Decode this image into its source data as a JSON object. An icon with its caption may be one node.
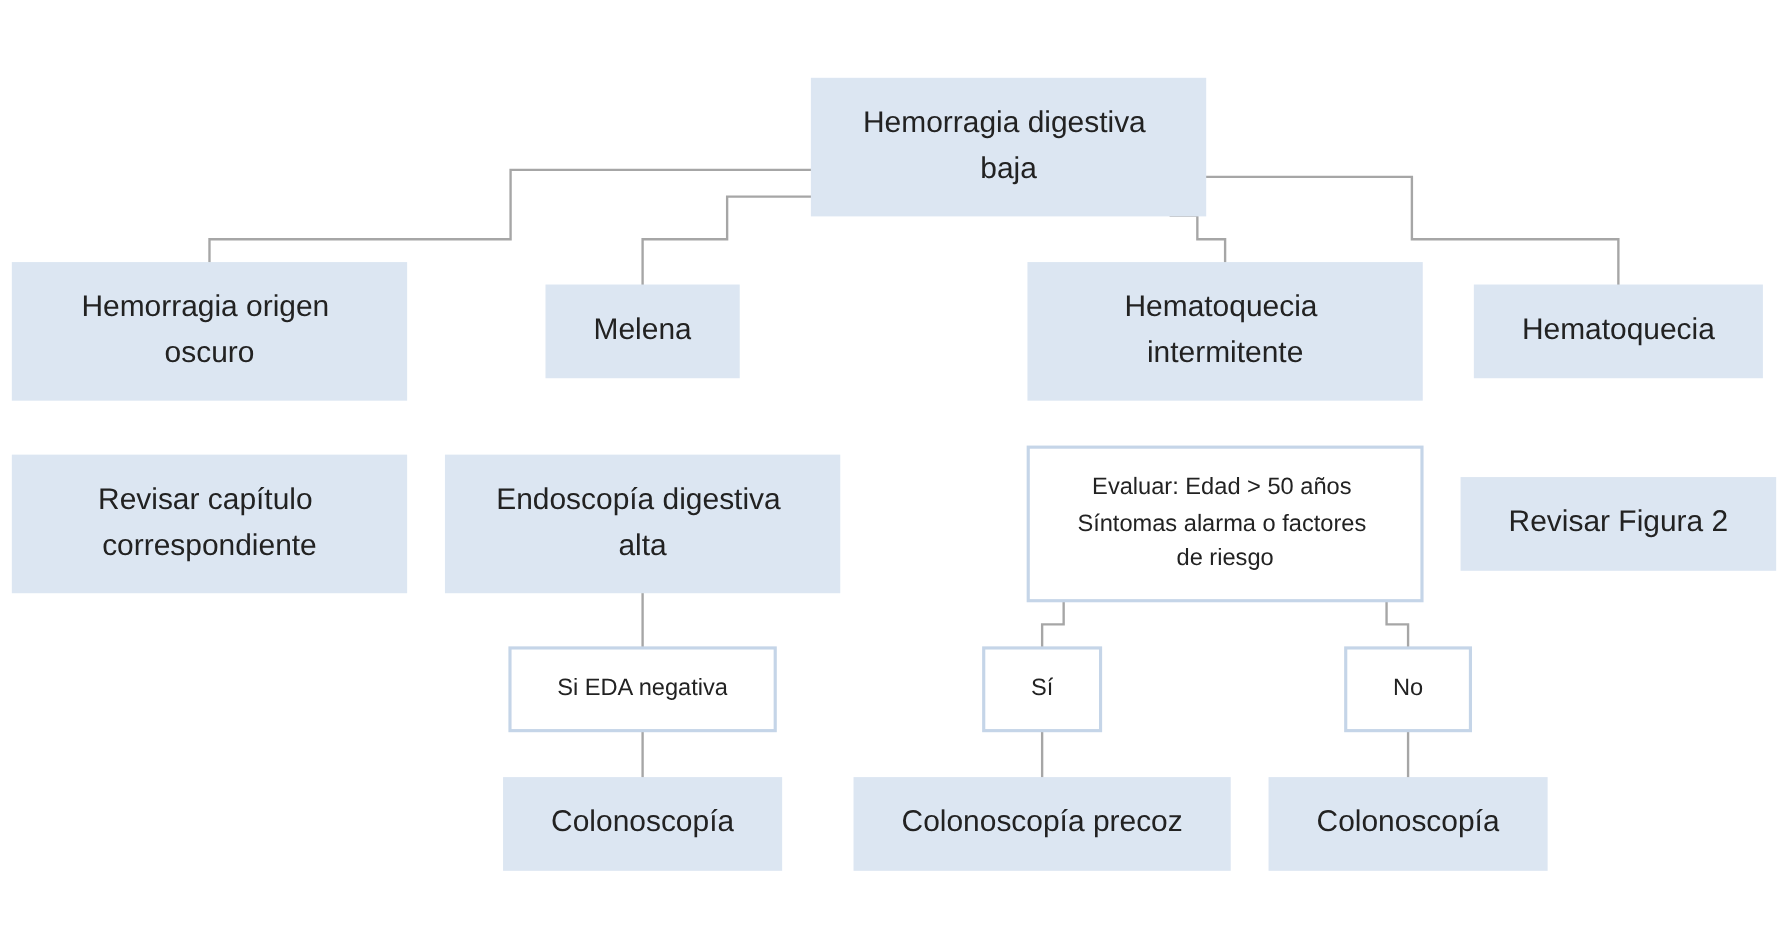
{
  "diagram": {
    "nodes": [
      {
        "text": [
          "Hemorragia digestiva baja"
        ]
      },
      {
        "text": [
          "Hemorragia origen oscuro"
        ]
      },
      {
        "text": [
          "Melena"
        ]
      },
      {
        "text": [
          "Hematoquecia intermitente"
        ]
      },
      {
        "text": [
          "Hematoquecia"
        ]
      },
      {
        "text": [
          "Revisar capítulo correspondiente"
        ]
      },
      {
        "text": [
          "Endoscopía digestiva alta"
        ]
      },
      {
        "text": [
          "Si EDA negativa"
        ]
      },
      {
        "text": [
          "Colonoscopía"
        ]
      },
      {
        "text": [
          "Evaluar: Edad > 50 años Síntomas alarma o factores de riesgo"
        ]
      },
      {
        "text": [
          "Revisar Figura 2"
        ]
      },
      {
        "text": [
          "Sí"
        ]
      },
      {
        "text": [
          "No"
        ]
      },
      {
        "text": [
          "Colonoscopía precoz"
        ]
      },
      {
        "text": [
          "Colonoscopía"
        ]
      }
    ],
    "edges": [
      {
        "from": 0,
        "to": 1,
        "arrow": "none"
      },
      {
        "from": 0,
        "to": 2,
        "arrow": "none"
      },
      {
        "from": 0,
        "to": 3,
        "arrow": "none"
      },
      {
        "from": 0,
        "to": 4,
        "arrow": "none"
      },
      {
        "from": 6,
        "to": 7,
        "arrow": "none"
      },
      {
        "from": 7,
        "to": 8,
        "arrow": "none"
      },
      {
        "from": 9,
        "to": 11,
        "arrow": "none"
      },
      {
        "from": 9,
        "to": 12,
        "arrow": "none"
      },
      {
        "from": 11,
        "to": 13,
        "arrow": "none"
      },
      {
        "from": 12,
        "to": 14,
        "arrow": "none"
      }
    ]
  }
}
